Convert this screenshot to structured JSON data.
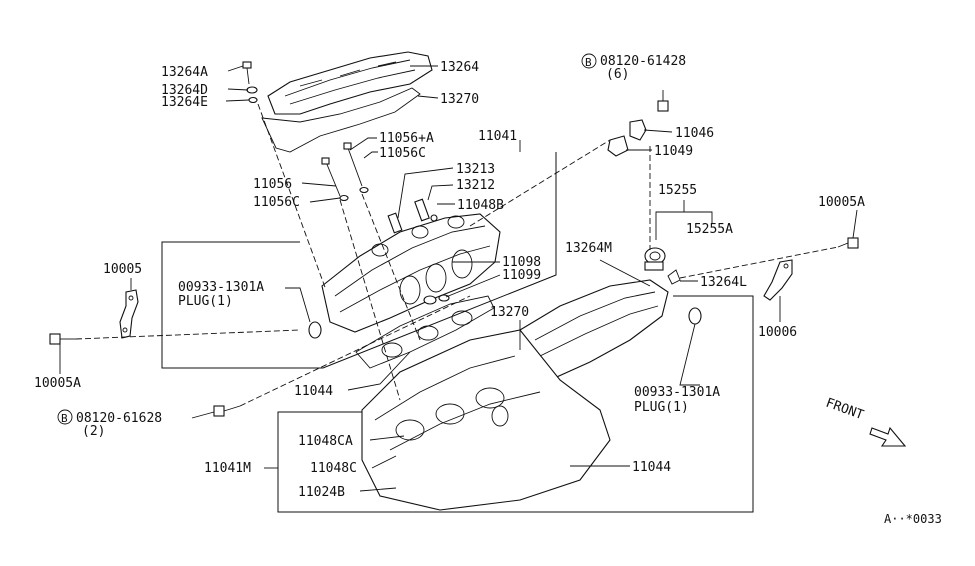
{
  "labels": {
    "p13264A": "13264A",
    "p13264D": "13264D",
    "p13264E": "13264E",
    "p13264": "13264",
    "p13270a": "13270",
    "p11056A": "11056+A",
    "p11056C": "11056C",
    "p11041": "11041",
    "p13213": "13213",
    "p13212": "13212",
    "p11048B": "11048B",
    "p11056": "11056",
    "p11056Cb": "11056C",
    "b08120_61428": "08120-61428",
    "b08120_61428_qty": "(6)",
    "p11046": "11046",
    "p11049": "11049",
    "p15255": "15255",
    "p15255A": "15255A",
    "p10005A_r": "10005A",
    "p10005": "10005",
    "p00933_l": "00933-1301A",
    "plug_l": "PLUG(1)",
    "p11098": "11098",
    "p11099": "11099",
    "p13264M": "13264M",
    "p13264L": "13264L",
    "p10006": "10006",
    "p13270b": "13270",
    "p00933_r": "00933-1301A",
    "plug_r": "PLUG(1)",
    "p10005A_l": "10005A",
    "p11044a": "11044",
    "b08120_61628": "08120-61628",
    "b08120_61628_qty": "(2)",
    "p11048CA": "11048CA",
    "p11048C": "11048C",
    "p11024B": "11024B",
    "p11044b": "11044",
    "p11041M": "11041M",
    "front": "FRONT",
    "bolt_mark": "B",
    "diagram_code": "A··*0033"
  }
}
